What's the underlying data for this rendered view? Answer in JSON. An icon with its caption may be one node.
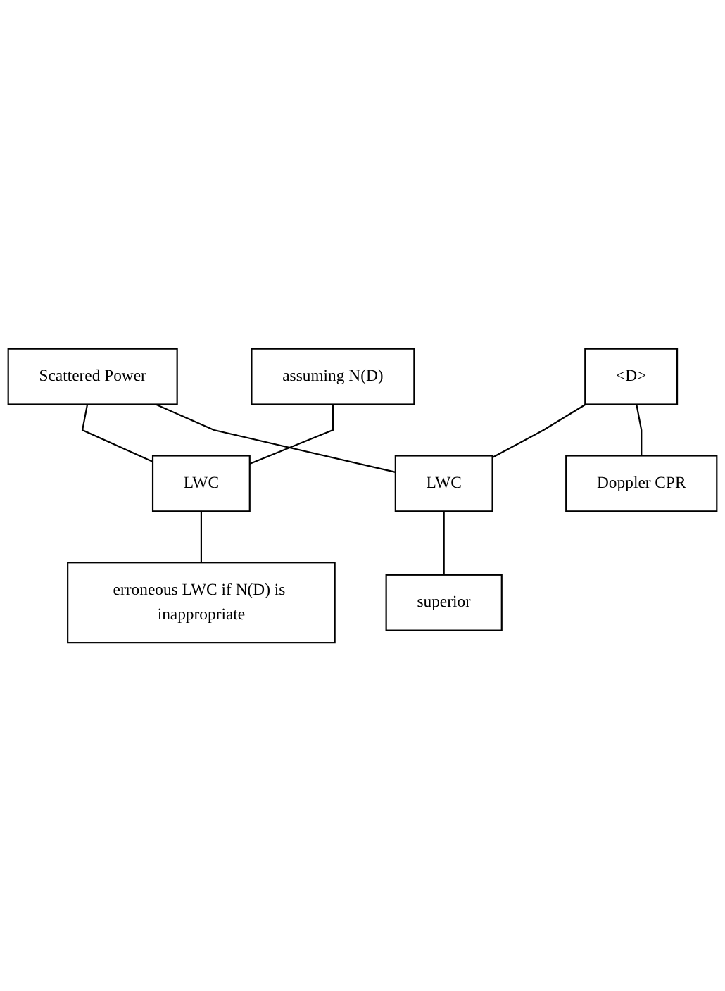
{
  "diagram": {
    "nodes": [
      {
        "text": [
          "Scattered Power"
        ]
      },
      {
        "text": [
          "assuming N(D)"
        ]
      },
      {
        "text": [
          "<D>"
        ]
      },
      {
        "text": [
          "Doppler CPR"
        ]
      },
      {
        "text": [
          "LWC"
        ]
      },
      {
        "text": [
          "LWC"
        ]
      },
      {
        "text": [
          "erroneous LWC if N(D) is inappropriate"
        ]
      },
      {
        "text": [
          "superior"
        ]
      }
    ],
    "edges": [
      {
        "from": 0,
        "to": 4,
        "arrow": "none"
      },
      {
        "from": 1,
        "to": 4,
        "arrow": "none"
      },
      {
        "from": 0,
        "to": 5,
        "arrow": "none"
      },
      {
        "from": 2,
        "to": 5,
        "arrow": "none"
      },
      {
        "from": 2,
        "to": 3,
        "arrow": "none"
      },
      {
        "from": 4,
        "to": 6,
        "arrow": "none"
      },
      {
        "from": 5,
        "to": 7,
        "arrow": "none"
      }
    ]
  }
}
